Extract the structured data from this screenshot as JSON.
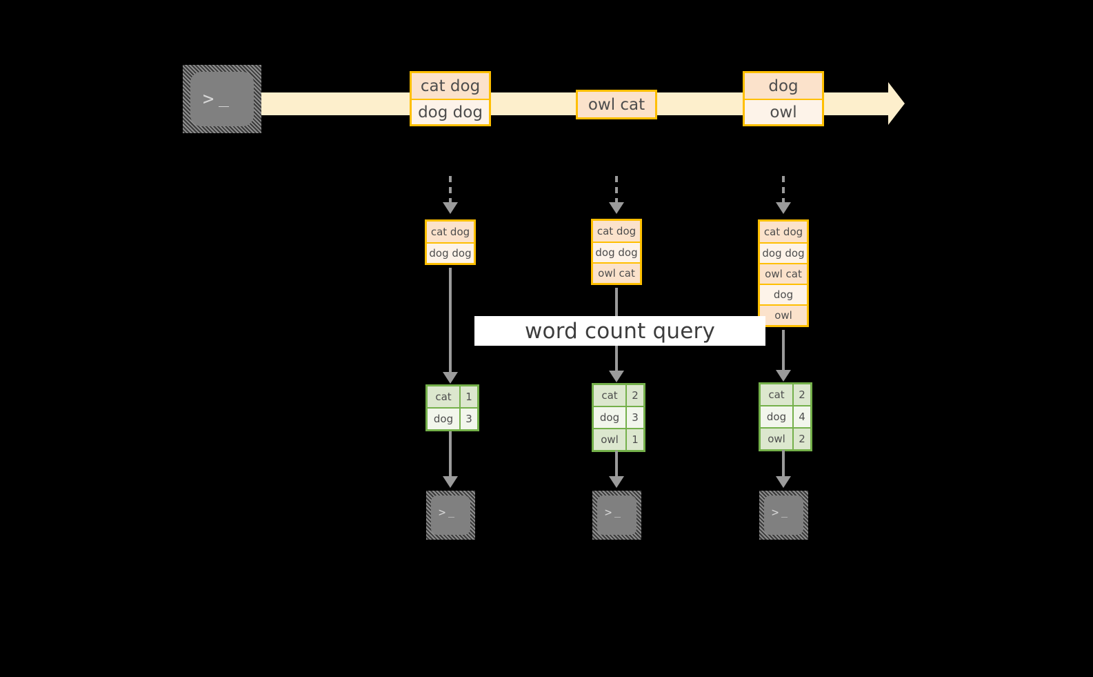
{
  "diagram": {
    "title": "word count query",
    "colors": {
      "background": "#000000",
      "stream": "#FDEFCC",
      "event_border": "#FFBF00",
      "event_fill_peach": "#FBE2CB",
      "event_fill_cream": "#FDF3E9",
      "table_border": "#74B04A",
      "table_fill_a": "#DCE7CE",
      "table_fill_b": "#F2F6EC",
      "connector": "#9b9b9b",
      "terminal": "#808080",
      "banner": "#FFFFFF"
    }
  },
  "producer": {
    "icon": "terminal-icon",
    "prompt": ">",
    "cursor": "_"
  },
  "stream": {
    "name": "event-stream",
    "groups": [
      {
        "id": "g1",
        "lines": [
          "cat dog",
          "dog dog"
        ]
      },
      {
        "id": "g2",
        "lines": [
          "owl cat"
        ]
      },
      {
        "id": "g3",
        "lines": [
          "dog",
          "owl"
        ]
      }
    ]
  },
  "snapshots": [
    {
      "id": "snap-1",
      "buffer": [
        "cat dog",
        "dog dog"
      ],
      "result": {
        "rows": [
          {
            "word": "cat",
            "count": "1"
          },
          {
            "word": "dog",
            "count": "3"
          }
        ]
      },
      "consumer": {
        "icon": "terminal-icon",
        "prompt": ">",
        "cursor": "_"
      }
    },
    {
      "id": "snap-2",
      "buffer": [
        "cat dog",
        "dog dog",
        "owl cat"
      ],
      "result": {
        "rows": [
          {
            "word": "cat",
            "count": "2"
          },
          {
            "word": "dog",
            "count": "3"
          },
          {
            "word": "owl",
            "count": "1"
          }
        ]
      },
      "consumer": {
        "icon": "terminal-icon",
        "prompt": ">",
        "cursor": "_"
      }
    },
    {
      "id": "snap-3",
      "buffer": [
        "cat dog",
        "dog dog",
        "owl cat",
        "dog",
        "owl"
      ],
      "result": {
        "rows": [
          {
            "word": "cat",
            "count": "2"
          },
          {
            "word": "dog",
            "count": "4"
          },
          {
            "word": "owl",
            "count": "2"
          }
        ]
      },
      "consumer": {
        "icon": "terminal-icon",
        "prompt": ">",
        "cursor": "_"
      }
    }
  ]
}
